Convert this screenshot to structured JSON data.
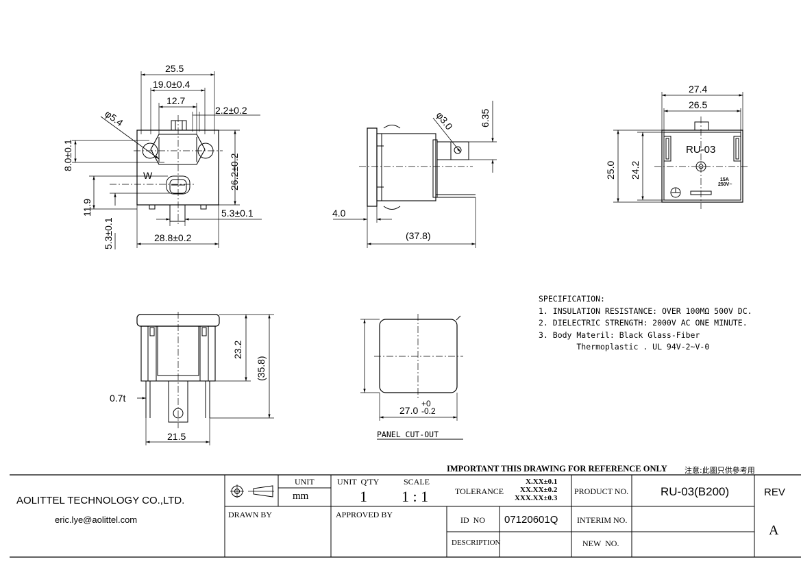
{
  "dims": {
    "front": {
      "d255": "25.5",
      "d190": "19.0±0.4",
      "d127": "12.7",
      "d22": "2.2±0.2",
      "phi54": "φ5.4",
      "d80": "8.0±0.1",
      "d262": "26.2±0.2",
      "w": "W",
      "d119": "11.9",
      "d53a": "5.3±0.1",
      "d53b": "5.3±0.1",
      "d288": "28.8±0.2"
    },
    "side": {
      "phi30": "φ3.0",
      "d635": "6.35",
      "d40": "4.0",
      "d378": "(37.8)"
    },
    "back": {
      "d274": "27.4",
      "d265": "26.5",
      "d250": "25.0",
      "d242": "24.2",
      "model": "RU-03",
      "rating1": "15A",
      "rating2": "250V~"
    },
    "bottom": {
      "d232": "23.2",
      "d358": "(35.8)",
      "d07": "0.7t",
      "d215": "21.5"
    },
    "panel": {
      "d270": "27.0",
      "tol_plus": "+0",
      "tol_minus": "-0.2",
      "title": "PANEL CUT-OUT"
    }
  },
  "spec": {
    "heading": "SPECIFICATION:",
    "line1": "1. INSULATION RESISTANCE: OVER 100MΩ 500V DC.",
    "line2": "2. DIELECTRIC STRENGTH: 2000V AC ONE MINUTE.",
    "line3": "3. Body Materil: Black Glass-Fiber",
    "line4": "        Thermoplastic . UL 94V-2~V-0"
  },
  "notes": {
    "important": "IMPORTANT THIS DRAWING FOR REFERENCE ONLY",
    "notice": "注意:此圖只供參考用"
  },
  "titleblock": {
    "company": "AOLITTEL TECHNOLOGY CO.,LTD.",
    "email": "eric.lye@aolittel.com",
    "unit_label": "UNIT",
    "unit_value": "mm",
    "unit_qty_label": "UNIT  Q'TY",
    "qty_value": "1",
    "scale_label": "SCALE",
    "scale_value": "1 : 1",
    "tolerance_label": "TOLERANCE",
    "tol1": "X.XX±0.1",
    "tol2": "XX.XX±0.2",
    "tol3": "XXX.XX±0.3",
    "product_no_label": "PRODUCT NO.",
    "product_no": "RU-03(B200)",
    "rev_label": "REV",
    "rev": "A",
    "drawn_by_label": "DRAWN BY",
    "approved_by_label": "APPROVED BY",
    "id_no_label": "ID  NO",
    "id_no": "07120601Q",
    "interim_label": "INTERIM NO.",
    "description_label": "DESCRIPTION",
    "new_no_label": "NEW  NO."
  }
}
